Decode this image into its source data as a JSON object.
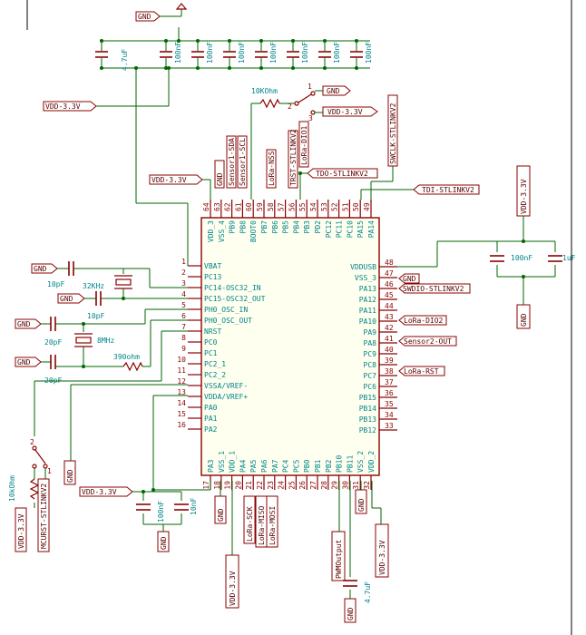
{
  "left_pins": [
    {
      "num": "1",
      "name": "VBAT"
    },
    {
      "num": "2",
      "name": "PC13"
    },
    {
      "num": "3",
      "name": "PC14-OSC32_IN"
    },
    {
      "num": "4",
      "name": "PC15-OSC32_OUT"
    },
    {
      "num": "5",
      "name": "PH0_OSC_IN"
    },
    {
      "num": "6",
      "name": "PH0_OSC_OUT"
    },
    {
      "num": "7",
      "name": "NRST"
    },
    {
      "num": "8",
      "name": "PC0"
    },
    {
      "num": "9",
      "name": "PC1"
    },
    {
      "num": "10",
      "name": "PC2_1"
    },
    {
      "num": "11",
      "name": "PC2_2"
    },
    {
      "num": "12",
      "name": "VSSA/VREF-"
    },
    {
      "num": "13",
      "name": "VDDA/VREF+"
    },
    {
      "num": "14",
      "name": "PA0"
    },
    {
      "num": "15",
      "name": "PA1"
    },
    {
      "num": "16",
      "name": "PA2"
    }
  ],
  "right_pins": [
    {
      "num": "48",
      "name": "VDDUSB"
    },
    {
      "num": "47",
      "name": "VSS_3"
    },
    {
      "num": "46",
      "name": "PA13"
    },
    {
      "num": "45",
      "name": "PA12"
    },
    {
      "num": "44",
      "name": "PA11"
    },
    {
      "num": "43",
      "name": "PA10"
    },
    {
      "num": "42",
      "name": "PA9"
    },
    {
      "num": "41",
      "name": "PA8"
    },
    {
      "num": "40",
      "name": "PC9"
    },
    {
      "num": "39",
      "name": "PC8"
    },
    {
      "num": "38",
      "name": "PC7"
    },
    {
      "num": "37",
      "name": "PC6"
    },
    {
      "num": "36",
      "name": "PB15"
    },
    {
      "num": "35",
      "name": "PB14"
    },
    {
      "num": "34",
      "name": "PB13"
    },
    {
      "num": "33",
      "name": "PB12"
    }
  ],
  "top_pins": [
    {
      "num": "64",
      "name": "VDD_3"
    },
    {
      "num": "63",
      "name": "VSS_4"
    },
    {
      "num": "62",
      "name": "PB9"
    },
    {
      "num": "61",
      "name": "PB8"
    },
    {
      "num": "60",
      "name": "BOOT0"
    },
    {
      "num": "59",
      "name": "PB7"
    },
    {
      "num": "58",
      "name": "PB6"
    },
    {
      "num": "57",
      "name": "PB5"
    },
    {
      "num": "56",
      "name": "PB4"
    },
    {
      "num": "55",
      "name": "PB3"
    },
    {
      "num": "54",
      "name": "PD2"
    },
    {
      "num": "53",
      "name": "PC12"
    },
    {
      "num": "52",
      "name": "PC11"
    },
    {
      "num": "51",
      "name": "PC10"
    },
    {
      "num": "50",
      "name": "PA15"
    },
    {
      "num": "49",
      "name": "PA14"
    }
  ],
  "bottom_pins": [
    {
      "num": "17",
      "name": "PA3"
    },
    {
      "num": "18",
      "name": "VSS_1"
    },
    {
      "num": "19",
      "name": "VDD_1"
    },
    {
      "num": "20",
      "name": "PA4"
    },
    {
      "num": "21",
      "name": "PA5"
    },
    {
      "num": "22",
      "name": "PA6"
    },
    {
      "num": "23",
      "name": "PA7"
    },
    {
      "num": "24",
      "name": "PC4"
    },
    {
      "num": "25",
      "name": "PC5"
    },
    {
      "num": "26",
      "name": "PB0"
    },
    {
      "num": "27",
      "name": "PB1"
    },
    {
      "num": "28",
      "name": "PB2"
    },
    {
      "num": "29",
      "name": "PB10"
    },
    {
      "num": "30",
      "name": "PB11"
    },
    {
      "num": "31",
      "name": "VSS_2"
    },
    {
      "num": "32",
      "name": "VDD_2"
    }
  ],
  "decoupling": {
    "values": [
      "4.7uF",
      "100nF",
      "100nF",
      "100nF",
      "100nF",
      "100nF",
      "100nF",
      "100nF"
    ]
  },
  "nets": {
    "gnd": "GND",
    "vdd": "VDD-3.3V",
    "tdo": "TDO-STLINKV2",
    "tdi": "TDI-STLINKV2",
    "swclk": "SWCLK-STLINKV2",
    "trst": "TRST-STLINKV2",
    "lora_dio1": "LoRa-DIO1",
    "lora_nss": "LoRa-NSS",
    "sensor1_sda": "Sensor1-SDA",
    "sensor1_scl": "Sensor1-SCL",
    "swdio": "SWDIO-STLINKV2",
    "lora_dio2": "LoRa-DIO2",
    "sensor2_out": "Sensor2-OUT",
    "lora_rst": "LoRa-RST",
    "lora_sck": "LoRa-SCK",
    "lora_miso": "LoRa-MISO",
    "lora_mosi": "LoRa-MOSI",
    "pwm_output": "PWMOutput",
    "mcurst": "MCURST-STLINKV2"
  },
  "components": {
    "boot_res": "10KOhm",
    "sw_pin1": "1",
    "sw_pin2": "2",
    "sw_pin3": "3",
    "cap_10pf_a": "10pF",
    "crystal_32k": "32KHz",
    "cap_10pf_b": "10pF",
    "cap_20pf_a": "20pF",
    "crystal_8m": "8MHz",
    "cap_20pf_b": "20pF",
    "res_390": "390ohm",
    "usb_c1": "100nF",
    "usb_c2": "1uF",
    "vdda_c1": "100nF",
    "vdda_c2": "10nF",
    "vdd2_cap": "4.7uF",
    "rst_res": "10kOhm",
    "rst_sw1": "1",
    "rst_sw2": "2"
  }
}
